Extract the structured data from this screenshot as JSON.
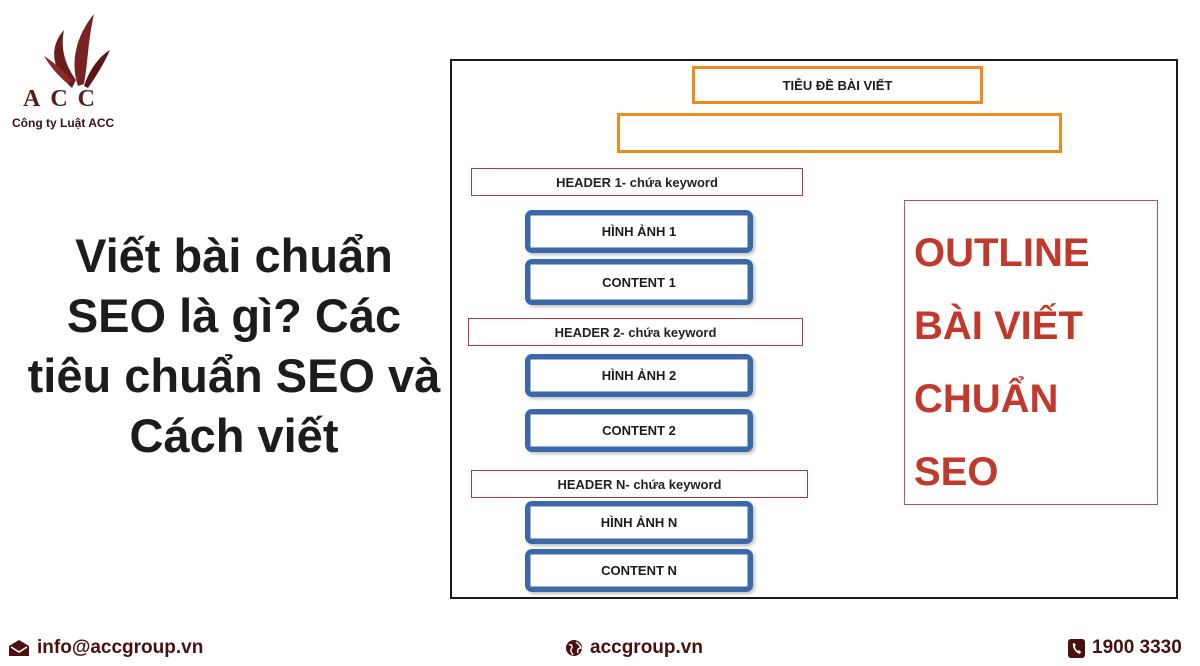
{
  "logo": {
    "text": "ACC",
    "subtitle": "Công ty Luật ACC",
    "color": "#5a1a1a"
  },
  "headline": "Viết bài chuẩn SEO là gì? Các tiêu chuẩn SEO và Cách viết",
  "outline": {
    "title_box": "TIÊU ĐỀ BÀI VIẾT",
    "subtitle_box": "",
    "sections": [
      {
        "header": "HEADER 1- chứa keyword",
        "image": "HÌNH ẢNH 1",
        "content": "CONTENT 1"
      },
      {
        "header": "HEADER 2- chứa keyword",
        "image": "HÌNH ẢNH 2",
        "content": "CONTENT 2"
      },
      {
        "header": "HEADER N- chứa keyword",
        "image": "HÌNH ẢNH N",
        "content": "CONTENT N"
      }
    ],
    "big_label": [
      "OUTLINE",
      "BÀI VIẾT",
      "CHUẨN",
      "SEO"
    ],
    "colors": {
      "orange": "#f08a1d",
      "blue": "#3b68a8",
      "red": "#c0392b"
    }
  },
  "footer": {
    "email": "info@accgroup.vn",
    "website": "accgroup.vn",
    "phone": "1900 3330",
    "email_icon": "envelope-icon",
    "website_icon": "globe-icon",
    "phone_icon": "phone-icon"
  }
}
